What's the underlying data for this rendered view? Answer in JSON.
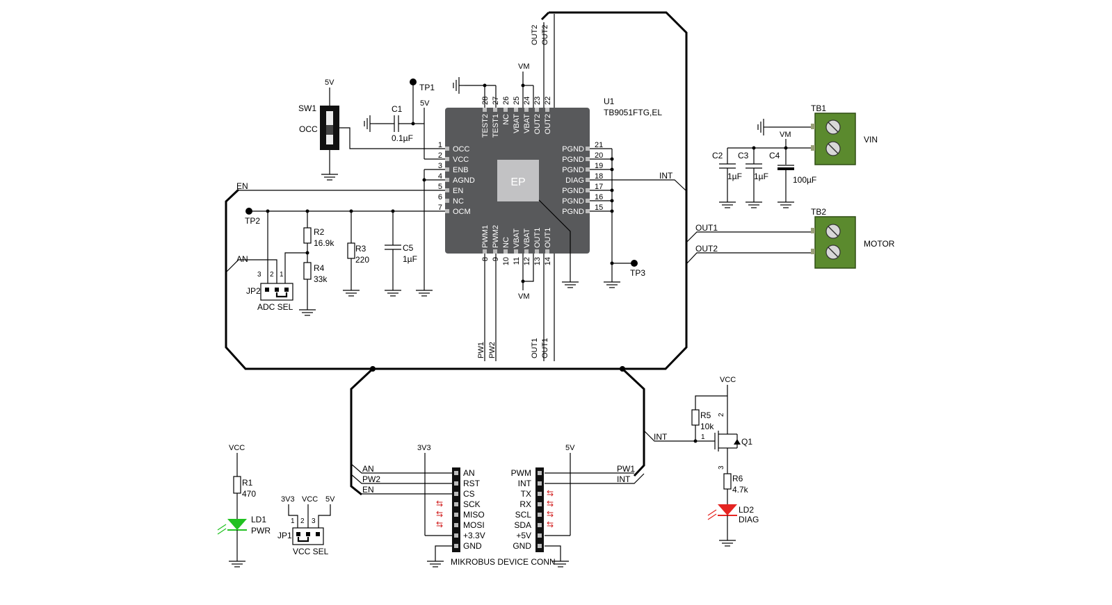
{
  "colors": {
    "chip": "#58595b",
    "ep": "#c2c2c4",
    "terminal": "#5b8a2e",
    "led_green": "#21c121",
    "led_red": "#e52421",
    "arrow_red": "#d11f1f"
  },
  "ic": {
    "ref": "U1",
    "part": "TB9051FTG,EL",
    "ep": "EP",
    "left": [
      {
        "num": "1",
        "name": "OCC"
      },
      {
        "num": "2",
        "name": "VCC"
      },
      {
        "num": "3",
        "name": "ENB"
      },
      {
        "num": "4",
        "name": "AGND"
      },
      {
        "num": "5",
        "name": "EN"
      },
      {
        "num": "6",
        "name": "NC"
      },
      {
        "num": "7",
        "name": "OCM"
      }
    ],
    "right": [
      {
        "num": "21",
        "name": "PGND"
      },
      {
        "num": "20",
        "name": "PGND"
      },
      {
        "num": "19",
        "name": "PGND"
      },
      {
        "num": "18",
        "name": "DIAG"
      },
      {
        "num": "17",
        "name": "PGND"
      },
      {
        "num": "16",
        "name": "PGND"
      },
      {
        "num": "15",
        "name": "PGND"
      }
    ],
    "top": [
      {
        "num": "28",
        "name": "TEST2"
      },
      {
        "num": "27",
        "name": "TEST1"
      },
      {
        "num": "26",
        "name": "NC"
      },
      {
        "num": "25",
        "name": "VBAT"
      },
      {
        "num": "24",
        "name": "VBAT"
      },
      {
        "num": "23",
        "name": "OUT2"
      },
      {
        "num": "22",
        "name": "OUT2"
      }
    ],
    "bottom": [
      {
        "num": "8",
        "name": "PWM1"
      },
      {
        "num": "9",
        "name": "PWM2"
      },
      {
        "num": "10",
        "name": "NC"
      },
      {
        "num": "11",
        "name": "VBAT"
      },
      {
        "num": "12",
        "name": "VBAT"
      },
      {
        "num": "13",
        "name": "OUT1"
      },
      {
        "num": "14",
        "name": "OUT1"
      }
    ]
  },
  "labels": {
    "sw1": "SW1",
    "occ": "OCC",
    "v5_sw": "5V",
    "c1": "C1",
    "c1_val": "0.1µF",
    "tp1": "TP1",
    "v5_ic": "5V",
    "vm_top": "VM",
    "out2_a": "OUT2",
    "out2_b": "OUT2",
    "en": "EN",
    "an": "AN",
    "tp2": "TP2",
    "r2": "R2",
    "r2_val": "16.9k",
    "r3": "R3",
    "r3_val": "220",
    "c5": "C5",
    "c5_val": "1µF",
    "r4": "R4",
    "r4_val": "33k",
    "jp2": "JP2",
    "adc_sel": "ADC SEL",
    "jp2_p3": "3",
    "jp2_p2": "2",
    "jp2_p1": "1",
    "vm_bot": "VM",
    "pw1": "PW1",
    "pw2": "PW2",
    "out1_a": "OUT1",
    "out1_b": "OUT1",
    "tp3": "TP3",
    "int_ic": "INT",
    "tb1": "TB1",
    "vin": "VIN",
    "vm_tb": "VM",
    "c2": "C2",
    "c2_val": "1µF",
    "c3": "C3",
    "c3_val": "1µF",
    "c4": "C4",
    "c4_val": "100µF",
    "tb2": "TB2",
    "motor": "MOTOR",
    "out1_tb": "OUT1",
    "out2_tb": "OUT2",
    "vcc_q": "VCC",
    "r5": "R5",
    "r5_val": "10k",
    "int_q": "INT",
    "q1": "Q1",
    "q_pin1": "1",
    "q_pin2": "2",
    "q_pin3": "3",
    "r6": "R6",
    "r6_val": "4.7k",
    "ld2": "LD2",
    "diag": "DIAG",
    "vcc_led": "VCC",
    "r1": "R1",
    "r1_val": "470",
    "ld1": "LD1",
    "pwr": "PWR",
    "jp1_3v3": "3V3",
    "jp1_vcc": "VCC",
    "jp1_5v": "5V",
    "jp1": "JP1",
    "vcc_sel": "VCC SEL",
    "jp1_p1": "1",
    "jp1_p2": "2",
    "jp1_p3": "3",
    "mb_3v3": "3V3",
    "mb_5v": "5V",
    "mb_an": "AN",
    "mb_pw2": "PW2",
    "mb_en": "EN",
    "mb_pw1": "PW1",
    "mb_int": "INT",
    "mikrobus": "MIKROBUS DEVICE CONN"
  },
  "mikrobus": {
    "left": [
      "AN",
      "RST",
      "CS",
      "SCK",
      "MISO",
      "MOSI",
      "+3.3V",
      "GND"
    ],
    "right": [
      "PWM",
      "INT",
      "TX",
      "RX",
      "SCL",
      "SDA",
      "+5V",
      "GND"
    ]
  }
}
